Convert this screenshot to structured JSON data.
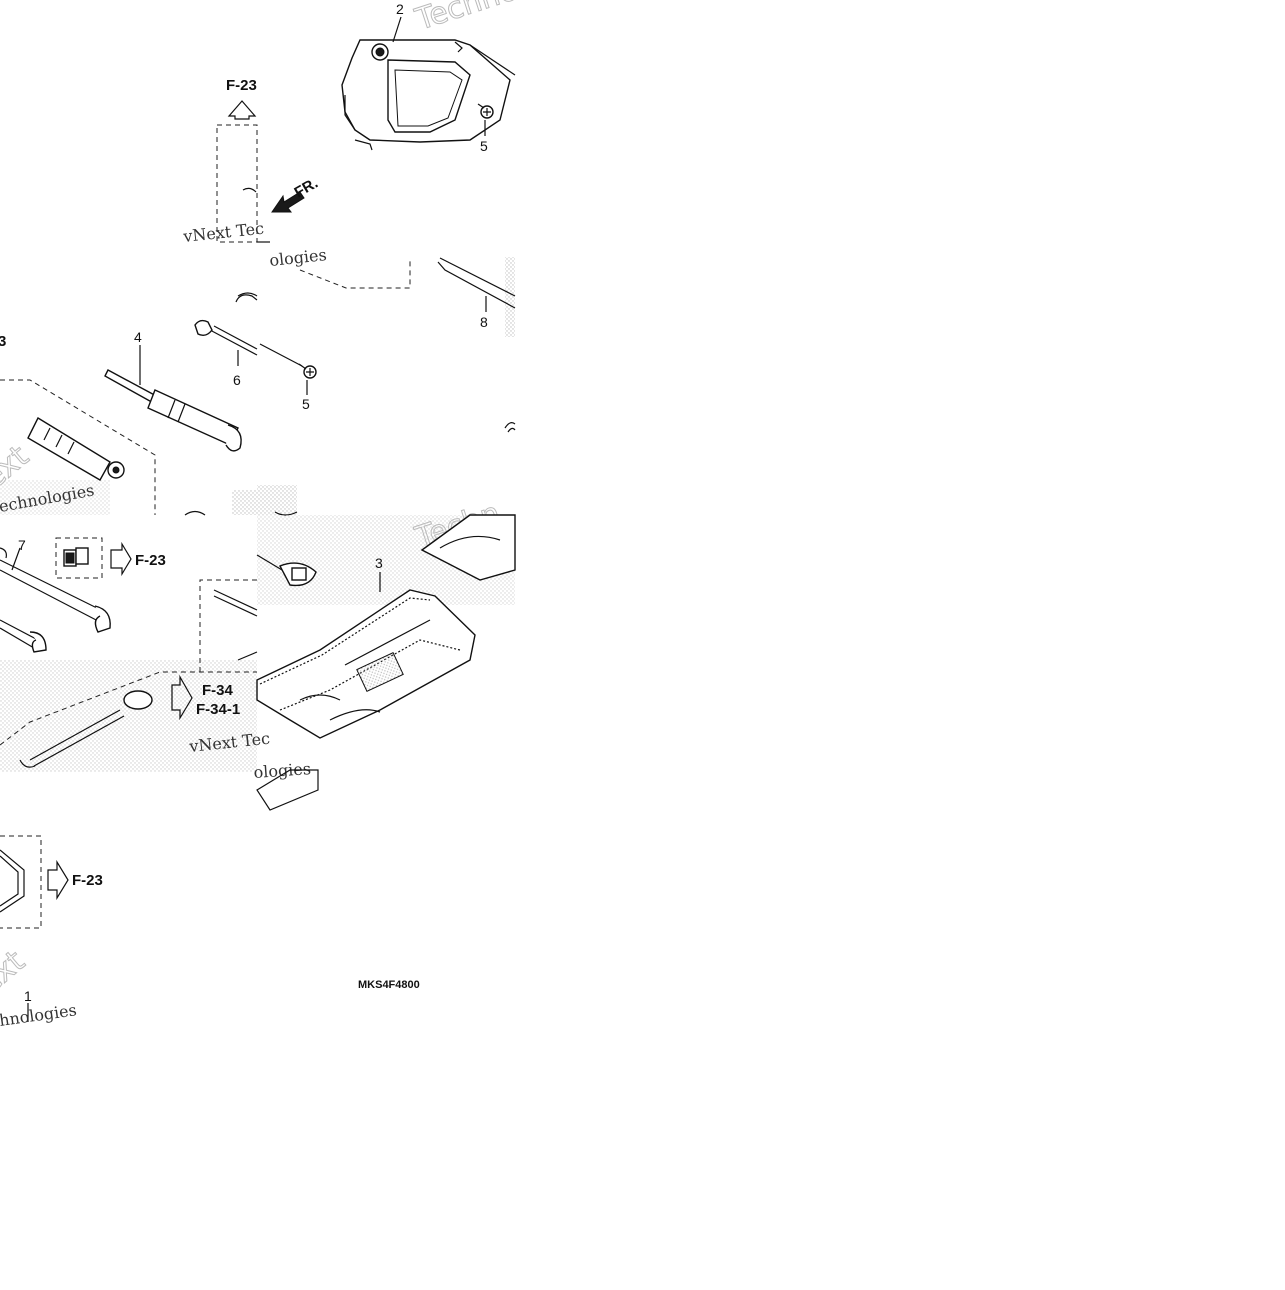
{
  "diagram": {
    "callouts": {
      "c1": "1",
      "c2": "2",
      "c3": "3",
      "c4": "4",
      "c5a": "5",
      "c5b": "5",
      "c6": "6",
      "c7": "7",
      "c8": "8"
    },
    "refs": {
      "f23_top": "F-23",
      "f23_mid": "F-23",
      "f23_bottom": "F-23",
      "f34": "F-34",
      "f34_1": "F-34-1",
      "edge3": "3"
    },
    "direction_label": "FR.",
    "diagram_code": "MKS4F4800",
    "watermarks": {
      "wm1": "vNext Tec",
      "wm2": "ologies",
      "wm3": "Techno",
      "wm4": "vNext Tec",
      "wm5": "ologies",
      "wm6": "Techn",
      "wm7": "echnologies",
      "wm8": "ext",
      "wm9": "ext",
      "wm10": "hnologies"
    }
  }
}
